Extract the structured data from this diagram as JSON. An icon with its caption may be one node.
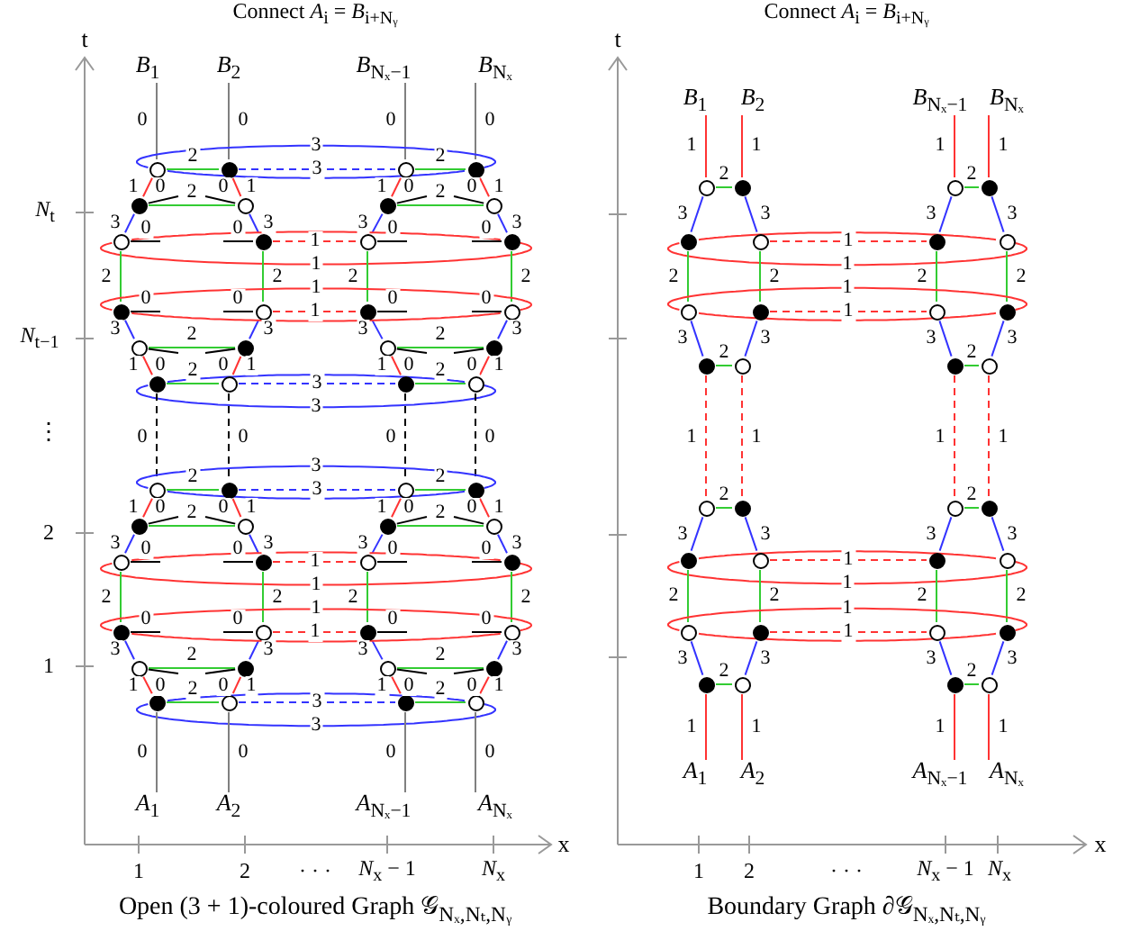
{
  "diagram": {
    "nodes": [
      {
        "text": [
          "*B*$_{1}$"
        ]
      },
      {
        "text": [
          "*B*$_{2}$"
        ]
      },
      {
        "text": [
          "*B*$_{Nₓ−1}$"
        ]
      },
      {
        "text": [
          "*B*$_{Nₓ}$"
        ]
      },
      {
        "text": [],
        "shape": "circle"
      },
      {
        "text": [],
        "shape": "circle"
      },
      {
        "text": [],
        "shape": "circle"
      },
      {
        "text": [],
        "shape": "circle"
      },
      {
        "text": [],
        "shape": "circle"
      },
      {
        "text": [],
        "shape": "circle"
      },
      {
        "text": [],
        "shape": "circle"
      },
      {
        "text": [],
        "shape": "circle"
      },
      {
        "text": [],
        "shape": "circle"
      },
      {
        "text": [],
        "shape": "circle"
      },
      {
        "text": [],
        "shape": "circle"
      },
      {
        "text": [],
        "shape": "circle"
      },
      {
        "text": [],
        "shape": "circle"
      },
      {
        "text": [],
        "shape": "circle"
      },
      {
        "text": [],
        "shape": "circle"
      },
      {
        "text": [],
        "shape": "circle"
      },
      {
        "text": [],
        "shape": "circle"
      },
      {
        "text": [],
        "shape": "circle"
      },
      {
        "text": [],
        "shape": "circle"
      },
      {
        "text": [],
        "shape": "circle"
      },
      {
        "text": [],
        "shape": "circle"
      },
      {
        "text": [],
        "shape": "circle"
      },
      {
        "text": [],
        "shape": "circle"
      },
      {
        "text": [],
        "shape": "circle"
      },
      {
        "text": [],
        "shape": "circle"
      },
      {
        "text": [],
        "shape": "circle"
      },
      {
        "text": [],
        "shape": "circle"
      },
      {
        "text": [],
        "shape": "circle"
      },
      {
        "text": [],
        "shape": "circle"
      },
      {
        "text": [],
        "shape": "circle"
      },
      {
        "text": [],
        "shape": "circle"
      },
      {
        "text": [],
        "shape": "circle"
      },
      {
        "text": [],
        "shape": "circle"
      },
      {
        "text": [],
        "shape": "circle"
      },
      {
        "text": [],
        "shape": "circle"
      },
      {
        "text": [],
        "shape": "circle"
      },
      {
        "text": [],
        "shape": "circle"
      },
      {
        "text": [],
        "shape": "circle"
      },
      {
        "text": [],
        "shape": "circle"
      },
      {
        "text": [],
        "shape": "circle"
      },
      {
        "text": [],
        "shape": "circle"
      },
      {
        "text": [],
        "shape": "circle"
      },
      {
        "text": [],
        "shape": "circle"
      },
      {
        "text": [],
        "shape": "circle"
      },
      {
        "text": [],
        "shape": "circle"
      },
      {
        "text": [],
        "shape": "circle"
      },
      {
        "text": [],
        "shape": "circle"
      },
      {
        "text": [],
        "shape": "circle"
      },
      {
        "text": [
          "*A*$_{1}$"
        ]
      },
      {
        "text": [
          "*A*$_{2}$"
        ]
      },
      {
        "text": [
          "*A*$_{Nₓ−1}$"
        ]
      },
      {
        "text": [
          "*A*$_{Nₓ}$"
        ]
      },
      {
        "text": [
          "*B*$_{1}$"
        ]
      },
      {
        "text": [
          "*B*$_{2}$"
        ]
      },
      {
        "text": [
          "*B*$_{Nₓ−1}$"
        ]
      },
      {
        "text": [
          "*B*$_{Nₓ}$"
        ]
      },
      {
        "text": [],
        "shape": "circle"
      },
      {
        "text": [],
        "shape": "circle"
      },
      {
        "text": [],
        "shape": "circle"
      },
      {
        "text": [],
        "shape": "circle"
      },
      {
        "text": [],
        "shape": "circle"
      },
      {
        "text": [],
        "shape": "circle"
      },
      {
        "text": [],
        "shape": "circle"
      },
      {
        "text": [],
        "shape": "circle"
      },
      {
        "text": [],
        "shape": "circle"
      },
      {
        "text": [],
        "shape": "circle"
      },
      {
        "text": [],
        "shape": "circle"
      },
      {
        "text": [],
        "shape": "circle"
      },
      {
        "text": [],
        "shape": "circle"
      },
      {
        "text": [],
        "shape": "circle"
      },
      {
        "text": [],
        "shape": "circle"
      },
      {
        "text": [],
        "shape": "circle"
      },
      {
        "text": [],
        "shape": "circle"
      },
      {
        "text": [],
        "shape": "circle"
      },
      {
        "text": [],
        "shape": "circle"
      },
      {
        "text": [],
        "shape": "circle"
      },
      {
        "text": [],
        "shape": "circle"
      },
      {
        "text": [],
        "shape": "circle"
      },
      {
        "text": [],
        "shape": "circle"
      },
      {
        "text": [],
        "shape": "circle"
      },
      {
        "text": [],
        "shape": "circle"
      },
      {
        "text": [],
        "shape": "circle"
      },
      {
        "text": [],
        "shape": "circle"
      },
      {
        "text": [],
        "shape": "circle"
      },
      {
        "text": [],
        "shape": "circle"
      },
      {
        "text": [],
        "shape": "circle"
      },
      {
        "text": [],
        "shape": "circle"
      },
      {
        "text": [],
        "shape": "circle"
      },
      {
        "text": [
          "*A*$_{1}$"
        ]
      },
      {
        "text": [
          "*A*$_{2}$"
        ]
      },
      {
        "text": [
          "*A*$_{Nₓ−1}$"
        ]
      },
      {
        "text": [
          "*A*$_{Nₓ}$"
        ]
      }
    ],
    "edges": [
      {
        "from": 0,
        "to": 4,
        "arrow": "none",
        "label": "0",
        "color": "#808080"
      },
      {
        "from": 1,
        "to": 5,
        "arrow": "none",
        "label": "0",
        "color": "#808080"
      },
      {
        "from": 4,
        "to": 5,
        "arrow": "none",
        "label": "2",
        "color": "#33cc33"
      },
      {
        "from": 4,
        "to": 8,
        "arrow": "none",
        "label": "1",
        "color": "#ff3333"
      },
      {
        "from": 5,
        "to": 9,
        "arrow": "none",
        "label": "1",
        "color": "#ff3333"
      },
      {
        "from": 8,
        "to": null,
        "arrow": "none",
        "label": "0",
        "color": "#000000"
      },
      {
        "from": 9,
        "to": null,
        "arrow": "none",
        "label": "0",
        "color": "#000000"
      },
      {
        "from": 8,
        "to": 9,
        "arrow": "none",
        "label": "2",
        "color": "#33cc33"
      },
      {
        "from": 8,
        "to": 12,
        "arrow": "none",
        "label": "3",
        "color": "#3333ff"
      },
      {
        "from": 9,
        "to": 13,
        "arrow": "none",
        "label": "3",
        "color": "#3333ff"
      },
      {
        "from": 12,
        "to": null,
        "arrow": "none",
        "label": "0",
        "color": "#000000"
      },
      {
        "from": 13,
        "to": null,
        "arrow": "none",
        "label": "0",
        "color": "#000000"
      },
      {
        "from": 2,
        "to": 6,
        "arrow": "none",
        "label": "0",
        "color": "#808080"
      },
      {
        "from": 3,
        "to": 7,
        "arrow": "none",
        "label": "0",
        "color": "#808080"
      },
      {
        "from": 6,
        "to": 7,
        "arrow": "none",
        "label": "2",
        "color": "#33cc33"
      },
      {
        "from": 6,
        "to": 10,
        "arrow": "none",
        "label": "1",
        "color": "#ff3333"
      },
      {
        "from": 7,
        "to": 11,
        "arrow": "none",
        "label": "1",
        "color": "#ff3333"
      },
      {
        "from": 10,
        "to": null,
        "arrow": "none",
        "label": "0",
        "color": "#000000"
      },
      {
        "from": 11,
        "to": null,
        "arrow": "none",
        "label": "0",
        "color": "#000000"
      },
      {
        "from": 10,
        "to": 11,
        "arrow": "none",
        "label": "2",
        "color": "#33cc33"
      },
      {
        "from": 10,
        "to": 14,
        "arrow": "none",
        "label": "3",
        "color": "#3333ff"
      },
      {
        "from": 11,
        "to": 15,
        "arrow": "none",
        "label": "3",
        "color": "#3333ff"
      },
      {
        "from": 14,
        "to": null,
        "arrow": "none",
        "label": "0",
        "color": "#000000"
      },
      {
        "from": 15,
        "to": null,
        "arrow": "none",
        "label": "0",
        "color": "#000000"
      },
      {
        "from": 5,
        "to": 6,
        "arrow": "none",
        "label": "3",
        "style": "dashed",
        "color": "#3333ff"
      },
      {
        "from": 13,
        "to": 14,
        "arrow": "none",
        "label": "1",
        "style": "dashed",
        "color": "#ff3333"
      },
      {
        "from": 4,
        "to": 7,
        "arrow": "none",
        "label": "3",
        "color": "#3333ff"
      },
      {
        "from": 12,
        "to": 15,
        "arrow": "none",
        "label": "1",
        "color": "#ff3333"
      },
      {
        "from": 12,
        "to": 16,
        "arrow": "none",
        "label": "2",
        "color": "#33cc33"
      },
      {
        "from": 13,
        "to": 17,
        "arrow": "none",
        "label": "2",
        "color": "#33cc33"
      },
      {
        "from": 14,
        "to": 18,
        "arrow": "none",
        "label": "2",
        "color": "#33cc33"
      },
      {
        "from": 15,
        "to": 19,
        "arrow": "none",
        "label": "2",
        "color": "#33cc33"
      },
      {
        "from": 16,
        "to": null,
        "arrow": "none",
        "label": "0",
        "color": "#000000"
      },
      {
        "from": 17,
        "to": null,
        "arrow": "none",
        "label": "0",
        "color": "#000000"
      },
      {
        "from": 16,
        "to": 20,
        "arrow": "none",
        "label": "3",
        "color": "#3333ff"
      },
      {
        "from": 17,
        "to": 21,
        "arrow": "none",
        "label": "3",
        "color": "#3333ff"
      },
      {
        "from": 20,
        "to": 21,
        "arrow": "none",
        "label": "2",
        "color": "#33cc33"
      },
      {
        "from": 20,
        "to": null,
        "arrow": "none",
        "label": "0",
        "color": "#000000"
      },
      {
        "from": 21,
        "to": null,
        "arrow": "none",
        "label": "0",
        "color": "#000000"
      },
      {
        "from": 20,
        "to": 24,
        "arrow": "none",
        "label": "1",
        "color": "#ff3333"
      },
      {
        "from": 21,
        "to": 25,
        "arrow": "none",
        "label": "1",
        "color": "#ff3333"
      },
      {
        "from": 24,
        "to": 25,
        "arrow": "none",
        "label": "2",
        "color": "#33cc33"
      },
      {
        "from": 18,
        "to": null,
        "arrow": "none",
        "label": "0",
        "color": "#000000"
      },
      {
        "from": 19,
        "to": null,
        "arrow": "none",
        "label": "0",
        "color": "#000000"
      },
      {
        "from": 18,
        "to": 22,
        "arrow": "none",
        "label": "3",
        "color": "#3333ff"
      },
      {
        "from": 19,
        "to": 23,
        "arrow": "none",
        "label": "3",
        "color": "#3333ff"
      },
      {
        "from": 22,
        "to": 23,
        "arrow": "none",
        "label": "2",
        "color": "#33cc33"
      },
      {
        "from": 22,
        "to": null,
        "arrow": "none",
        "label": "0",
        "color": "#000000"
      },
      {
        "from": 23,
        "to": null,
        "arrow": "none",
        "label": "0",
        "color": "#000000"
      },
      {
        "from": 22,
        "to": 26,
        "arrow": "none",
        "label": "1",
        "color": "#ff3333"
      },
      {
        "from": 23,
        "to": 27,
        "arrow": "none",
        "label": "1",
        "color": "#ff3333"
      },
      {
        "from": 26,
        "to": 27,
        "arrow": "none",
        "label": "2",
        "color": "#33cc33"
      },
      {
        "from": 17,
        "to": 18,
        "arrow": "none",
        "label": "1",
        "style": "dashed",
        "color": "#ff3333"
      },
      {
        "from": 25,
        "to": 26,
        "arrow": "none",
        "label": "3",
        "style": "dashed",
        "color": "#3333ff"
      },
      {
        "from": 16,
        "to": 19,
        "arrow": "none",
        "label": "1",
        "color": "#ff3333"
      },
      {
        "from": 24,
        "to": 27,
        "arrow": "none",
        "label": "3",
        "color": "#3333ff"
      },
      {
        "from": 24,
        "to": 28,
        "arrow": "none",
        "label": "0",
        "style": "dashed",
        "color": "#000000"
      },
      {
        "from": 25,
        "to": 29,
        "arrow": "none",
        "label": "0",
        "style": "dashed",
        "color": "#000000"
      },
      {
        "from": 26,
        "to": 30,
        "arrow": "none",
        "label": "0",
        "style": "dashed",
        "color": "#000000"
      },
      {
        "from": 27,
        "to": 31,
        "arrow": "none",
        "label": "0",
        "style": "dashed",
        "color": "#000000"
      },
      {
        "from": 28,
        "to": 29,
        "arrow": "none",
        "label": "2",
        "color": "#33cc33"
      },
      {
        "from": 28,
        "to": 32,
        "arrow": "none",
        "label": "1",
        "color": "#ff3333"
      },
      {
        "from": 29,
        "to": 33,
        "arrow": "none",
        "label": "1",
        "color": "#ff3333"
      },
      {
        "from": 32,
        "to": null,
        "arrow": "none",
        "label": "0",
        "color": "#000000"
      },
      {
        "from": 33,
        "to": null,
        "arrow": "none",
        "label": "0",
        "color": "#000000"
      },
      {
        "from": 32,
        "to": 33,
        "arrow": "none",
        "label": "2",
        "color": "#33cc33"
      },
      {
        "from": 32,
        "to": 36,
        "arrow": "none",
        "label": "3",
        "color": "#3333ff"
      },
      {
        "from": 33,
        "to": 37,
        "arrow": "none",
        "label": "3",
        "color": "#3333ff"
      },
      {
        "from": 36,
        "to": null,
        "arrow": "none",
        "label": "0",
        "color": "#000000"
      },
      {
        "from": 37,
        "to": null,
        "arrow": "none",
        "label": "0",
        "color": "#000000"
      },
      {
        "from": 30,
        "to": 31,
        "arrow": "none",
        "label": "2",
        "color": "#33cc33"
      },
      {
        "from": 30,
        "to": 34,
        "arrow": "none",
        "label": "1",
        "color": "#ff3333"
      },
      {
        "from": 31,
        "to": 35,
        "arrow": "none",
        "label": "1",
        "color": "#ff3333"
      },
      {
        "from": 34,
        "to": null,
        "arrow": "none",
        "label": "0",
        "color": "#000000"
      },
      {
        "from": 35,
        "to": null,
        "arrow": "none",
        "label": "0",
        "color": "#000000"
      },
      {
        "from": 34,
        "to": 35,
        "arrow": "none",
        "label": "2",
        "color": "#33cc33"
      },
      {
        "from": 34,
        "to": 38,
        "arrow": "none",
        "label": "3",
        "color": "#3333ff"
      },
      {
        "from": 35,
        "to": 39,
        "arrow": "none",
        "label": "3",
        "color": "#3333ff"
      },
      {
        "from": 38,
        "to": null,
        "arrow": "none",
        "label": "0",
        "color": "#000000"
      },
      {
        "from": 39,
        "to": null,
        "arrow": "none",
        "label": "0",
        "color": "#000000"
      },
      {
        "from": 29,
        "to": 30,
        "arrow": "none",
        "label": "3",
        "style": "dashed",
        "color": "#3333ff"
      },
      {
        "from": 37,
        "to": 38,
        "arrow": "none",
        "label": "1",
        "style": "dashed",
        "color": "#ff3333"
      },
      {
        "from": 28,
        "to": 31,
        "arrow": "none",
        "label": "3",
        "color": "#3333ff"
      },
      {
        "from": 36,
        "to": 39,
        "arrow": "none",
        "label": "1",
        "color": "#ff3333"
      },
      {
        "from": 36,
        "to": 40,
        "arrow": "none",
        "label": "2",
        "color": "#33cc33"
      },
      {
        "from": 37,
        "to": 41,
        "arrow": "none",
        "label": "2",
        "color": "#33cc33"
      },
      {
        "from": 38,
        "to": 42,
        "arrow": "none",
        "label": "2",
        "color": "#33cc33"
      },
      {
        "from": 39,
        "to": 43,
        "arrow": "none",
        "label": "2",
        "color": "#33cc33"
      },
      {
        "from": 40,
        "to": null,
        "arrow": "none",
        "label": "0",
        "color": "#000000"
      },
      {
        "from": 41,
        "to": null,
        "arrow": "none",
        "label": "0",
        "color": "#000000"
      },
      {
        "from": 40,
        "to": 44,
        "arrow": "none",
        "label": "3",
        "color": "#3333ff"
      },
      {
        "from": 41,
        "to": 45,
        "arrow": "none",
        "label": "3",
        "color": "#3333ff"
      },
      {
        "from": 44,
        "to": 45,
        "arrow": "none",
        "label": "2",
        "color": "#33cc33"
      },
      {
        "from": 44,
        "to": null,
        "arrow": "none",
        "label": "0",
        "color": "#000000"
      },
      {
        "from": 45,
        "to": null,
        "arrow": "none",
        "label": "0",
        "color": "#000000"
      },
      {
        "from": 44,
        "to": 48,
        "arrow": "none",
        "label": "1",
        "color": "#ff3333"
      },
      {
        "from": 45,
        "to": 49,
        "arrow": "none",
        "label": "1",
        "color": "#ff3333"
      },
      {
        "from": 48,
        "to": 49,
        "arrow": "none",
        "label": "2",
        "color": "#33cc33"
      },
      {
        "from": 42,
        "to": null,
        "arrow": "none",
        "label": "0",
        "color": "#000000"
      },
      {
        "from": 43,
        "to": null,
        "arrow": "none",
        "label": "0",
        "color": "#000000"
      },
      {
        "from": 42,
        "to": 46,
        "arrow": "none",
        "label": "3",
        "color": "#3333ff"
      },
      {
        "from": 43,
        "to": 47,
        "arrow": "none",
        "label": "3",
        "color": "#3333ff"
      },
      {
        "from": 46,
        "to": 47,
        "arrow": "none",
        "label": "2",
        "color": "#33cc33"
      },
      {
        "from": 46,
        "to": null,
        "arrow": "none",
        "label": "0",
        "color": "#000000"
      },
      {
        "from": 47,
        "to": null,
        "arrow": "none",
        "label": "0",
        "color": "#000000"
      },
      {
        "from": 46,
        "to": 50,
        "arrow": "none",
        "label": "1",
        "color": "#ff3333"
      },
      {
        "from": 47,
        "to": 51,
        "arrow": "none",
        "label": "1",
        "color": "#ff3333"
      },
      {
        "from": 50,
        "to": 51,
        "arrow": "none",
        "label": "2",
        "color": "#33cc33"
      },
      {
        "from": 41,
        "to": 42,
        "arrow": "none",
        "label": "1",
        "style": "dashed",
        "color": "#ff3333"
      },
      {
        "from": 49,
        "to": 50,
        "arrow": "none",
        "label": "3",
        "style": "dashed",
        "color": "#3333ff"
      },
      {
        "from": 40,
        "to": 43,
        "arrow": "none",
        "label": "1",
        "color": "#ff3333"
      },
      {
        "from": 48,
        "to": 51,
        "arrow": "none",
        "label": "3",
        "color": "#3333ff"
      },
      {
        "from": 48,
        "to": 52,
        "arrow": "none",
        "label": "0",
        "color": "#808080"
      },
      {
        "from": 49,
        "to": 53,
        "arrow": "none",
        "label": "0",
        "color": "#808080"
      },
      {
        "from": 50,
        "to": 54,
        "arrow": "none",
        "label": "0",
        "color": "#808080"
      },
      {
        "from": 51,
        "to": 55,
        "arrow": "none",
        "label": "0",
        "color": "#808080"
      },
      {
        "from": 56,
        "to": 60,
        "arrow": "none",
        "label": "1",
        "color": "#ff3333"
      },
      {
        "from": 57,
        "to": 61,
        "arrow": "none",
        "label": "1",
        "color": "#ff3333"
      },
      {
        "from": 58,
        "to": 62,
        "arrow": "none",
        "label": "1",
        "color": "#ff3333"
      },
      {
        "from": 59,
        "to": 63,
        "arrow": "none",
        "label": "1",
        "color": "#ff3333"
      },
      {
        "from": 60,
        "to": 61,
        "arrow": "none",
        "label": "2",
        "color": "#33cc33"
      },
      {
        "from": 60,
        "to": 64,
        "arrow": "none",
        "label": "3",
        "color": "#3333ff"
      },
      {
        "from": 61,
        "to": 65,
        "arrow": "none",
        "label": "3",
        "color": "#3333ff"
      },
      {
        "from": 62,
        "to": 63,
        "arrow": "none",
        "label": "2",
        "color": "#33cc33"
      },
      {
        "from": 62,
        "to": 66,
        "arrow": "none",
        "label": "3",
        "color": "#3333ff"
      },
      {
        "from": 63,
        "to": 67,
        "arrow": "none",
        "label": "3",
        "color": "#3333ff"
      },
      {
        "from": 65,
        "to": 66,
        "arrow": "none",
        "label": "1",
        "style": "dashed",
        "color": "#ff3333"
      },
      {
        "from": 64,
        "to": 67,
        "arrow": "none",
        "label": "1",
        "color": "#ff3333"
      },
      {
        "from": 64,
        "to": 68,
        "arrow": "none",
        "label": "2",
        "color": "#33cc33"
      },
      {
        "from": 65,
        "to": 69,
        "arrow": "none",
        "label": "2",
        "color": "#33cc33"
      },
      {
        "from": 66,
        "to": 70,
        "arrow": "none",
        "label": "2",
        "color": "#33cc33"
      },
      {
        "from": 67,
        "to": 71,
        "arrow": "none",
        "label": "2",
        "color": "#33cc33"
      },
      {
        "from": 69,
        "to": 70,
        "arrow": "none",
        "label": "1",
        "style": "dashed",
        "color": "#ff3333"
      },
      {
        "from": 68,
        "to": 71,
        "arrow": "none",
        "label": "1",
        "color": "#ff3333"
      },
      {
        "from": 68,
        "to": 72,
        "arrow": "none",
        "label": "3",
        "color": "#3333ff"
      },
      {
        "from": 69,
        "to": 73,
        "arrow": "none",
        "label": "3",
        "color": "#3333ff"
      },
      {
        "from": 70,
        "to": 74,
        "arrow": "none",
        "label": "3",
        "color": "#3333ff"
      },
      {
        "from": 71,
        "to": 75,
        "arrow": "none",
        "label": "3",
        "color": "#3333ff"
      },
      {
        "from": 72,
        "to": 73,
        "arrow": "none",
        "label": "2",
        "color": "#33cc33"
      },
      {
        "from": 74,
        "to": 75,
        "arrow": "none",
        "label": "2",
        "color": "#33cc33"
      },
      {
        "from": 72,
        "to": 76,
        "arrow": "none",
        "label": "1",
        "style": "dashed",
        "color": "#ff3333"
      },
      {
        "from": 73,
        "to": 77,
        "arrow": "none",
        "label": "1",
        "style": "dashed",
        "color": "#ff3333"
      },
      {
        "from": 74,
        "to": 78,
        "arrow": "none",
        "label": "1",
        "style": "dashed",
        "color": "#ff3333"
      },
      {
        "from": 75,
        "to": 79,
        "arrow": "none",
        "label": "1",
        "style": "dashed",
        "color": "#ff3333"
      },
      {
        "from": 76,
        "to": 77,
        "arrow": "none",
        "label": "2",
        "color": "#33cc33"
      },
      {
        "from": 78,
        "to": 79,
        "arrow": "none",
        "label": "2",
        "color": "#33cc33"
      },
      {
        "from": 76,
        "to": 80,
        "arrow": "none",
        "label": "3",
        "color": "#3333ff"
      },
      {
        "from": 77,
        "to": 81,
        "arrow": "none",
        "label": "3",
        "color": "#3333ff"
      },
      {
        "from": 78,
        "to": 82,
        "arrow": "none",
        "label": "3",
        "color": "#3333ff"
      },
      {
        "from": 79,
        "to": 83,
        "arrow": "none",
        "label": "3",
        "color": "#3333ff"
      },
      {
        "from": 81,
        "to": 82,
        "arrow": "none",
        "label": "1",
        "style": "dashed",
        "color": "#ff3333"
      },
      {
        "from": 80,
        "to": 83,
        "arrow": "none",
        "label": "1",
        "color": "#ff3333"
      },
      {
        "from": 80,
        "to": 84,
        "arrow": "none",
        "label": "2",
        "color": "#33cc33"
      },
      {
        "from": 81,
        "to": 85,
        "arrow": "none",
        "label": "2",
        "color": "#33cc33"
      },
      {
        "from": 82,
        "to": 86,
        "arrow": "none",
        "label": "2",
        "color": "#33cc33"
      },
      {
        "from": 83,
        "to": 87,
        "arrow": "none",
        "label": "2",
        "color": "#33cc33"
      },
      {
        "from": 85,
        "to": 86,
        "arrow": "none",
        "label": "1",
        "style": "dashed",
        "color": "#ff3333"
      },
      {
        "from": 84,
        "to": 87,
        "arrow": "none",
        "label": "1",
        "color": "#ff3333"
      },
      {
        "from": 84,
        "to": 88,
        "arrow": "none",
        "label": "3",
        "color": "#3333ff"
      },
      {
        "from": 85,
        "to": 89,
        "arrow": "none",
        "label": "3",
        "color": "#3333ff"
      },
      {
        "from": 86,
        "to": 90,
        "arrow": "none",
        "label": "3",
        "color": "#3333ff"
      },
      {
        "from": 87,
        "to": 91,
        "arrow": "none",
        "label": "3",
        "color": "#3333ff"
      },
      {
        "from": 88,
        "to": 89,
        "arrow": "none",
        "label": "2",
        "color": "#33cc33"
      },
      {
        "from": 90,
        "to": 91,
        "arrow": "none",
        "label": "2",
        "color": "#33cc33"
      },
      {
        "from": 88,
        "to": 92,
        "arrow": "none",
        "label": "1",
        "color": "#ff3333"
      },
      {
        "from": 89,
        "to": 93,
        "arrow": "none",
        "label": "1",
        "color": "#ff3333"
      },
      {
        "from": 90,
        "to": 94,
        "arrow": "none",
        "label": "1",
        "color": "#ff3333"
      },
      {
        "from": 91,
        "to": 95,
        "arrow": "none",
        "label": "1",
        "color": "#ff3333"
      }
    ],
    "labels": [
      "Connect *A*$_{i}$ = *B*$_{i+Nᵧ}$",
      "Connect *A*$_{i}$ = *B*$_{i+Nᵧ}$",
      "t",
      "t",
      "*N*$_{t}$",
      "*N*$_{t−1}$",
      "⋮",
      "2",
      "1",
      "1",
      "2",
      "· · ·",
      "*N*$_{x}$ − 1",
      "*N*$_{x}$",
      "x",
      "1",
      "2",
      "· · ·",
      "*N*$_{x}$ − 1",
      "*N*$_{x}$",
      "x",
      "Open (3 + 1)-coloured Graph 𝒢$_{Nₓ,Nₜ,Nᵧ}$",
      "Boundary Graph ∂𝒢$_{Nₓ,Nₜ,Nᵧ}$"
    ]
  }
}
